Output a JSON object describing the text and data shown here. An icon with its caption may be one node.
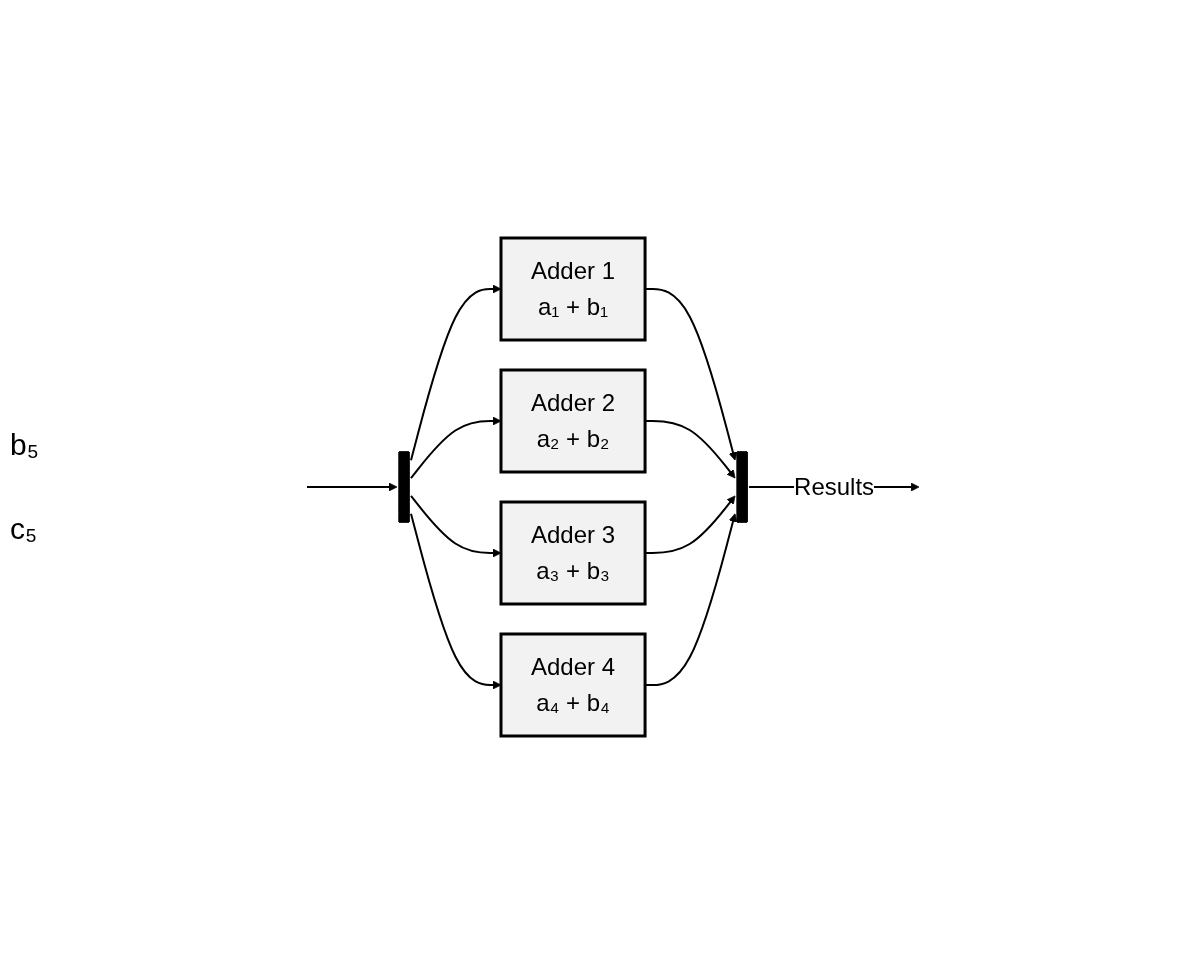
{
  "diagram": {
    "nodes": [
      {
        "text": [],
        "shape": "bar"
      },
      {
        "text": [
          "Adder 1",
          "a₁ + b₁"
        ]
      },
      {
        "text": [
          "Adder 2",
          "a₂ + b₂"
        ]
      },
      {
        "text": [
          "Adder 3",
          "a₃ + b₃"
        ]
      },
      {
        "text": [
          "Adder 4",
          "a₄ + b₄"
        ]
      },
      {
        "text": [],
        "shape": "bar"
      }
    ],
    "edges": [
      {
        "from": null,
        "to": 0,
        "arrow": "to"
      },
      {
        "from": 0,
        "to": 1,
        "arrow": "to"
      },
      {
        "from": 0,
        "to": 2,
        "arrow": "to"
      },
      {
        "from": 0,
        "to": 3,
        "arrow": "to"
      },
      {
        "from": 0,
        "to": 4,
        "arrow": "to"
      },
      {
        "from": 1,
        "to": 5,
        "arrow": "to"
      },
      {
        "from": 2,
        "to": 5,
        "arrow": "to"
      },
      {
        "from": 3,
        "to": 5,
        "arrow": "to"
      },
      {
        "from": 4,
        "to": 5,
        "arrow": "to"
      },
      {
        "from": 5,
        "to": null,
        "arrow": "to",
        "label": "Results"
      }
    ],
    "labels": [
      "b₅",
      "c₅"
    ]
  }
}
